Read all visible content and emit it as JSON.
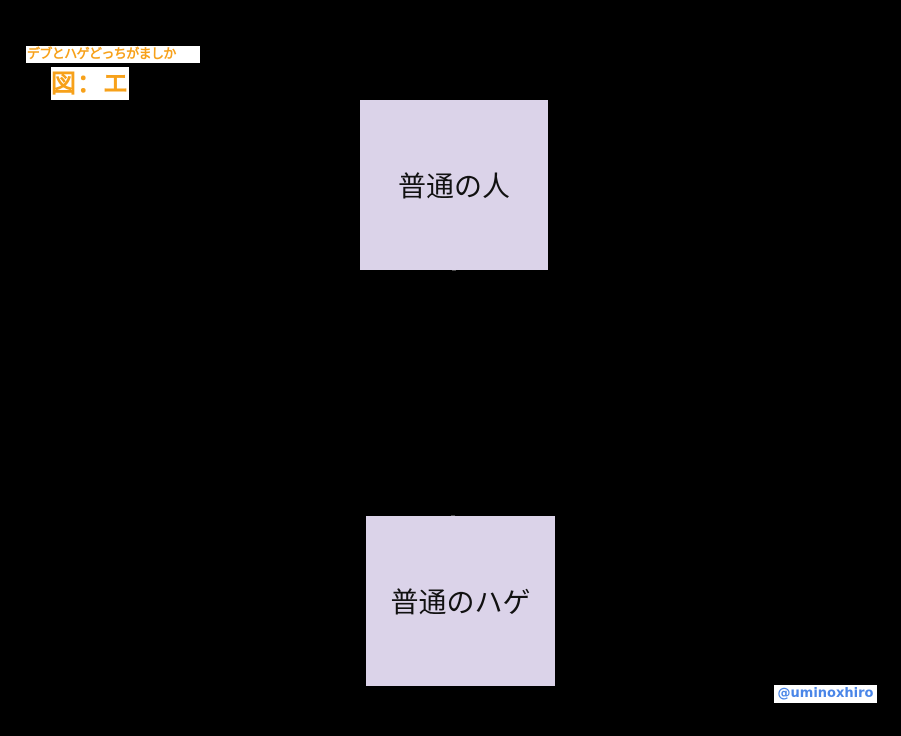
{
  "header": {
    "series_title": "デブとハゲどっちがましか",
    "figure_label": "図：エ"
  },
  "diagram": {
    "nodes": [
      {
        "id": "top",
        "label": "普通の人"
      },
      {
        "id": "bottom",
        "label": "普通のハゲ"
      }
    ],
    "edges": [
      {
        "from": "top",
        "to": "bottom"
      }
    ],
    "colors": {
      "background": "#000000",
      "node_fill": "#dbd3e9",
      "label_accent": "#f7a11a",
      "credit_accent": "#4a86e8"
    }
  },
  "footer": {
    "credit": "@uminoxhiro"
  }
}
